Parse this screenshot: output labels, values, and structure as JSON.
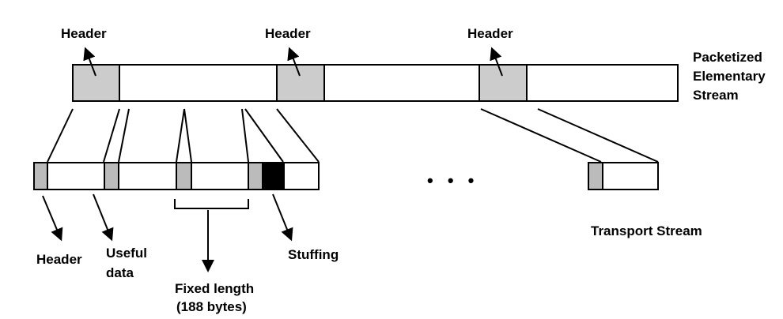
{
  "pes": {
    "header_labels": [
      "Header",
      "Header",
      "Header"
    ],
    "stream_label_lines": [
      "Packetized",
      "Elementary",
      "Stream"
    ]
  },
  "ts": {
    "header_label": "Header",
    "useful_data_lines": [
      "Useful",
      "data"
    ],
    "stuffing_label": "Stuffing",
    "fixed_length_lines": [
      "Fixed length",
      "(188 bytes)"
    ],
    "ellipsis": "• • •",
    "stream_label": "Transport Stream"
  },
  "colors": {
    "header_fill": "#cccccc",
    "stuffing_fill": "#000000",
    "payload_fill": "#ffffff",
    "line": "#000000"
  }
}
